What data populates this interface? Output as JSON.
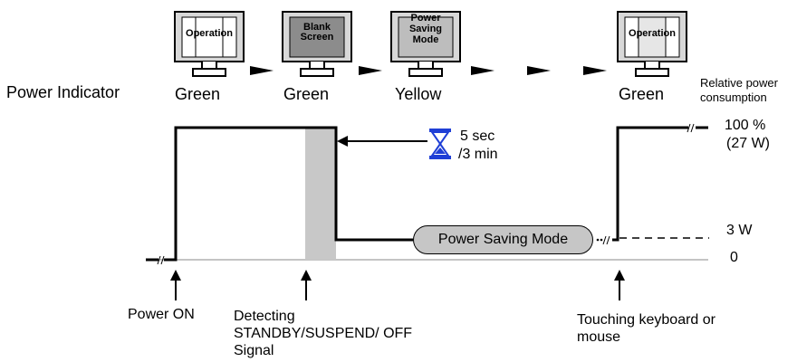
{
  "monitors": [
    {
      "name": "operation",
      "screen_text": "Operation",
      "indicator": "Green"
    },
    {
      "name": "blank-screen",
      "screen_text": "Blank Screen",
      "indicator": "Green"
    },
    {
      "name": "power-saving",
      "screen_text": "Power Saving Mode",
      "indicator": "Yellow"
    },
    {
      "name": "operation-resumed",
      "screen_text": "Operation",
      "indicator": "Green"
    }
  ],
  "power_indicator_label": "Power Indicator",
  "relative_power_label": "Relative power consumption",
  "levels": {
    "full": "100 %",
    "full_watts": "(27 W)",
    "saving": "3 W",
    "zero": "0"
  },
  "timer": {
    "line1": "5 sec",
    "line2": "/3 min"
  },
  "power_saving_mode_label": "Power Saving Mode",
  "events": {
    "power_on": "Power ON",
    "detecting": "Detecting STANDBY/SUSPEND/ OFF Signal",
    "touching": "Touching keyboard or mouse"
  },
  "colors": {
    "screen_normal": "#ffffff",
    "screen_dark": "#8c8c8c",
    "screen_saving": "#bdbdbd",
    "timer_icon": "#1f3fd6",
    "detect_bar": "#c8c8c8",
    "pill_fill": "#c6c6c6"
  }
}
